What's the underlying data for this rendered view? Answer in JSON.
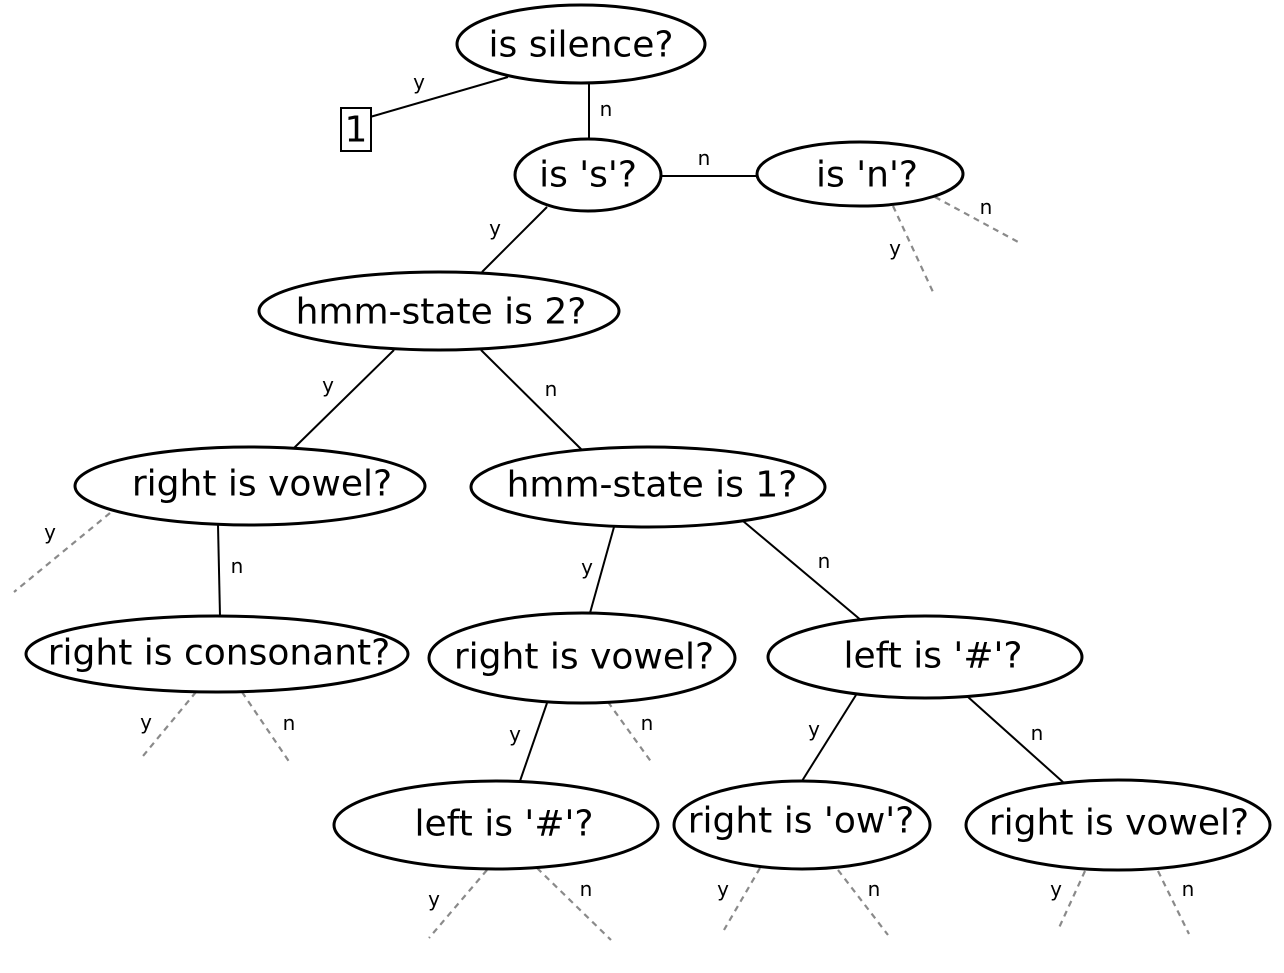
{
  "nodes": {
    "is_silence": "is silence?",
    "is_s": "is 's'?",
    "is_n": "is 'n'?",
    "hmm2": "hmm-state is 2?",
    "rv1": "right is vowel?",
    "hmm1": "hmm-state is 1?",
    "rc": "right is consonant?",
    "rv2": "right is vowel?",
    "left1": "left is '#'?",
    "left2": "left is '#'?",
    "row": "right is 'ow'?",
    "rv3": "right is vowel?"
  },
  "leaf": "1",
  "labels": {
    "yes": "y",
    "no": "n"
  }
}
